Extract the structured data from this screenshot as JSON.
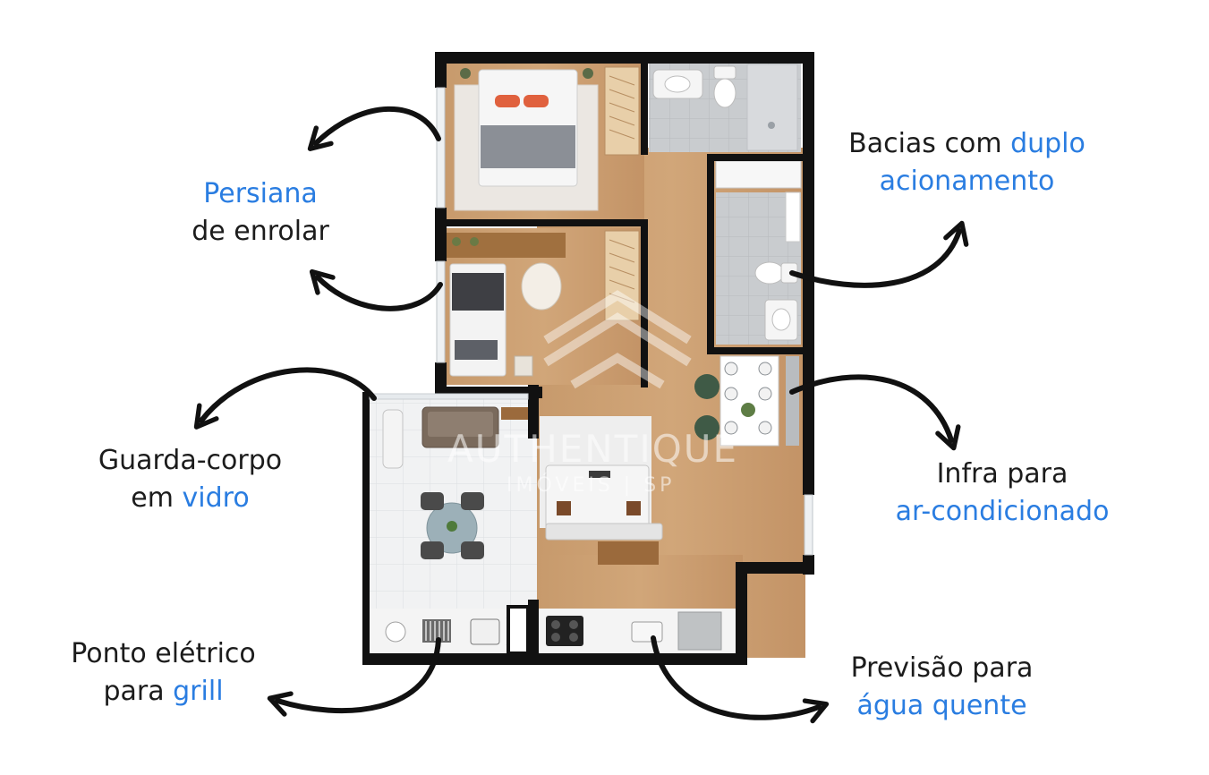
{
  "annotations": {
    "persiana": {
      "highlight": "Persiana",
      "text": "de enrolar"
    },
    "guarda_corpo": {
      "line1": "Guarda-corpo",
      "prefix2": "em ",
      "highlight": "vidro"
    },
    "ponto_eletrico": {
      "line1": "Ponto elétrico",
      "prefix2": "para ",
      "highlight": "grill"
    },
    "bacias": {
      "prefix1": "Bacias com ",
      "highlight1": "duplo",
      "highlight2": "acionamento"
    },
    "infra": {
      "line1": "Infra para",
      "highlight": "ar-condicionado"
    },
    "previsao": {
      "line1": "Previsão para",
      "highlight": "água quente"
    }
  },
  "watermark": {
    "name": "AUTHENTIQUE",
    "sub": "IMÓVEIS | SP"
  },
  "colors": {
    "highlight": "#2a7de1",
    "text": "#1c1c1c",
    "wall": "#111111",
    "wood": "#c89a6c",
    "tile": "#d4d6d8"
  }
}
